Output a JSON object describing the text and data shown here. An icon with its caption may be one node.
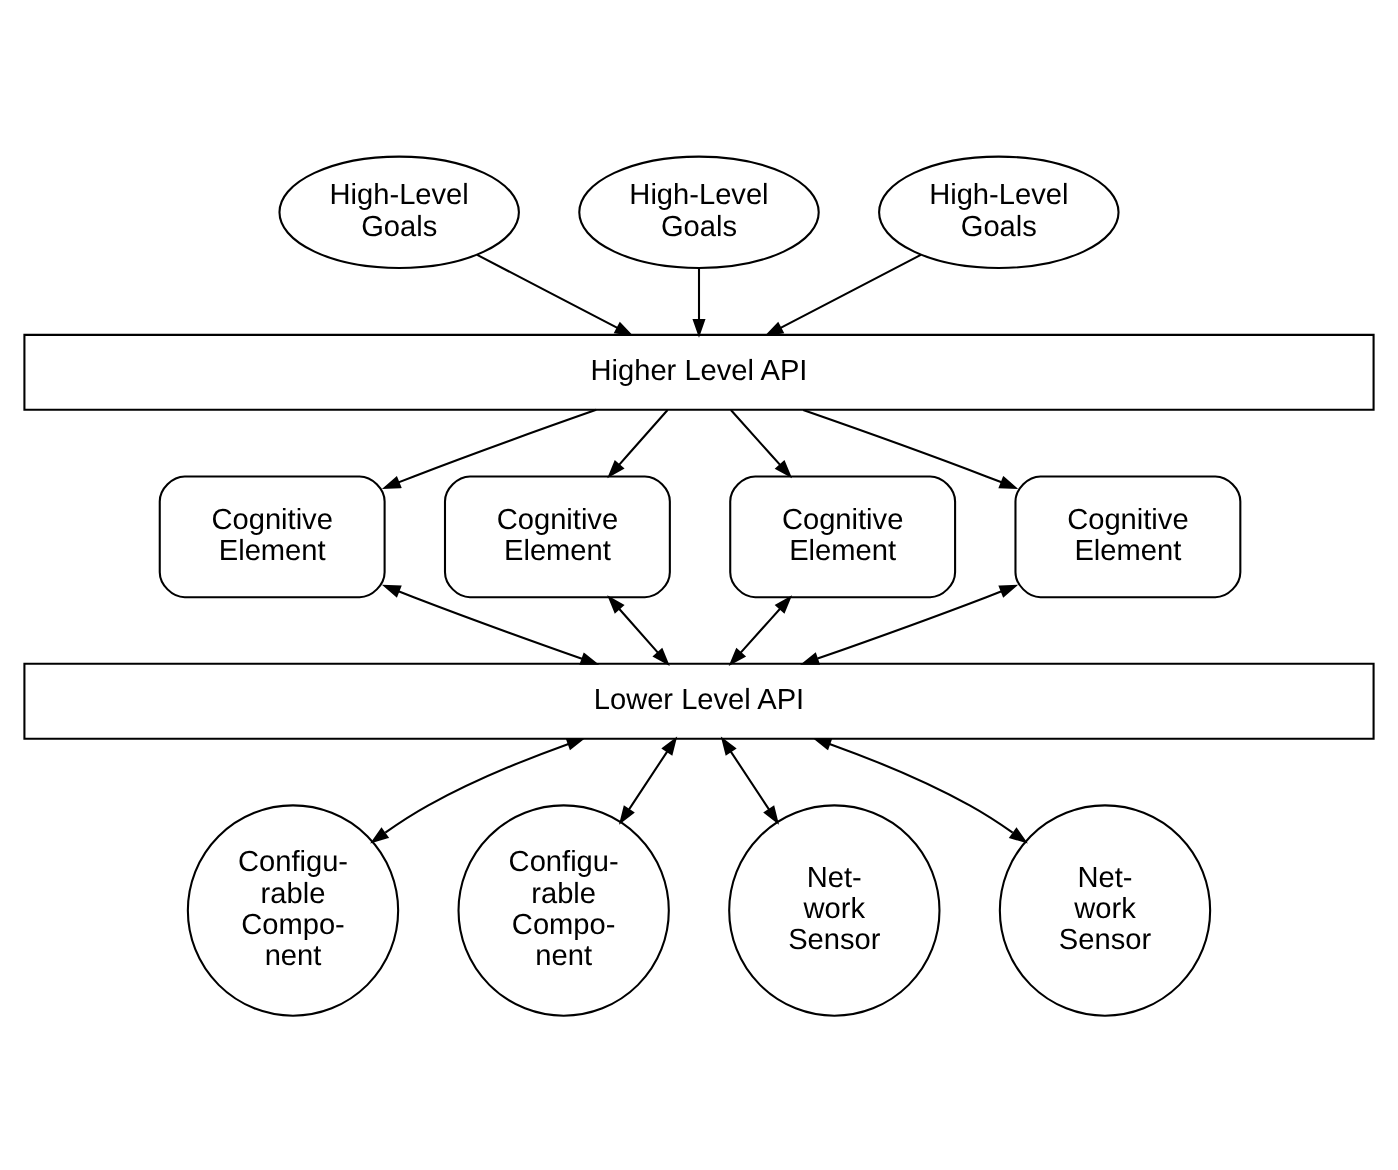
{
  "diagram": {
    "nodes": [
      {
        "text": [
          "High-Level Goals"
        ]
      },
      {
        "text": [
          "High-Level Goals"
        ]
      },
      {
        "text": [
          "High-Level Goals"
        ]
      },
      {
        "text": [
          "Higher Level API"
        ]
      },
      {
        "text": [
          "Cognitive Element"
        ]
      },
      {
        "text": [
          "Cognitive Element"
        ]
      },
      {
        "text": [
          "Cognitive Element"
        ]
      },
      {
        "text": [
          "Cognitive Element"
        ]
      },
      {
        "text": [
          "Lower Level API"
        ]
      },
      {
        "text": [
          "Configu- rable Compo- nent"
        ]
      },
      {
        "text": [
          "Configu- rable Compo- nent"
        ]
      },
      {
        "text": [
          "Net- work Sensor"
        ]
      },
      {
        "text": [
          "Net- work Sensor"
        ]
      }
    ],
    "edges": [
      {
        "from": 0,
        "to": 3,
        "arrow": "to"
      },
      {
        "from": 1,
        "to": 3,
        "arrow": "to"
      },
      {
        "from": 2,
        "to": 3,
        "arrow": "to"
      },
      {
        "from": 3,
        "to": 4,
        "arrow": "to"
      },
      {
        "from": 3,
        "to": 5,
        "arrow": "to"
      },
      {
        "from": 3,
        "to": 6,
        "arrow": "to"
      },
      {
        "from": 3,
        "to": 7,
        "arrow": "to"
      },
      {
        "from": 4,
        "to": 8,
        "arrow": "both"
      },
      {
        "from": 5,
        "to": 8,
        "arrow": "both"
      },
      {
        "from": 6,
        "to": 8,
        "arrow": "both"
      },
      {
        "from": 7,
        "to": 8,
        "arrow": "both"
      },
      {
        "from": 8,
        "to": 9,
        "arrow": "both"
      },
      {
        "from": 8,
        "to": 10,
        "arrow": "both"
      },
      {
        "from": 8,
        "to": 11,
        "arrow": "both"
      },
      {
        "from": 8,
        "to": 12,
        "arrow": "both"
      }
    ]
  }
}
